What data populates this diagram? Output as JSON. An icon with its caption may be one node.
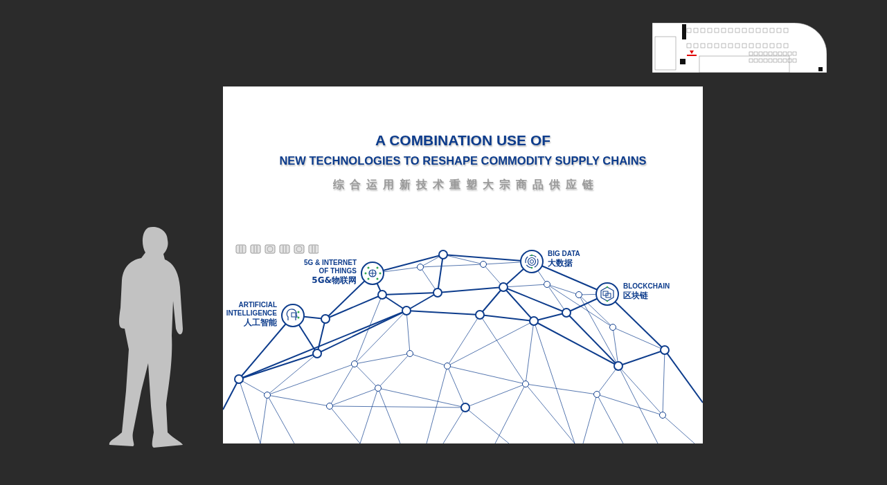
{
  "diagram": {
    "title": "A COMBINATION USE OF",
    "nodes": [
      {
        "text": [
          "ARTIFICIAL INTELLIGENCE",
          "人工智能"
        ]
      },
      {
        "text": [
          "5G & INTERNET OF THINGS",
          "5G&物联网"
        ]
      },
      {
        "text": [
          "BIG DATA",
          "大数据"
        ]
      },
      {
        "text": [
          "BLOCKCHAIN",
          "区块链"
        ]
      }
    ],
    "labels": [
      "NEW TECHNOLOGIES TO RESHAPE COMMODITY SUPPLY CHAINS",
      "综合运用新技术重塑大宗商品供应链"
    ]
  }
}
